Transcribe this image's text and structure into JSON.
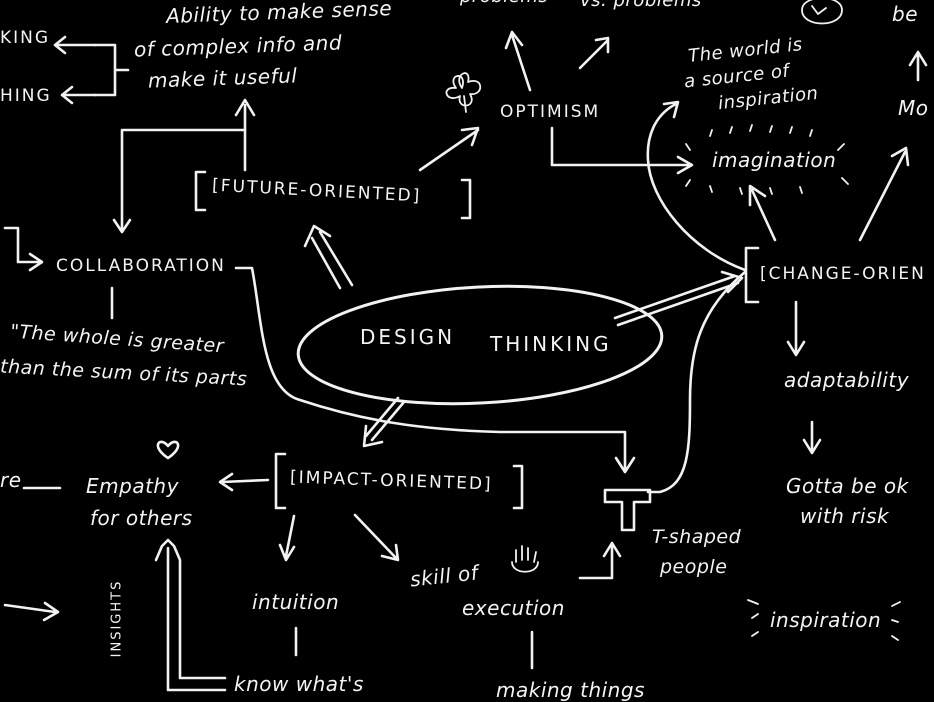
{
  "diagram": {
    "center": [
      "DESIGN",
      "THINKING"
    ],
    "future_oriented": "[FUTURE-ORIENTED]",
    "impact_oriented": "[IMPACT-ORIENTED]",
    "change_oriented": "[CHANGE-ORIEN",
    "collaboration": "COLLABORATION",
    "optimism": "OPTIMISM",
    "ability": [
      "Ability to make sense",
      "of complex info and",
      "make it useful"
    ],
    "thinking_1": "KING",
    "thinking_2": "HING",
    "whole": [
      "\"The whole is greater",
      "than the sum of its parts"
    ],
    "world": [
      "The world is",
      "a source of",
      "inspiration"
    ],
    "imagination": "imagination",
    "adaptability": "adaptability",
    "gotta": [
      "Gotta be ok",
      "with risk"
    ],
    "empathy": [
      "Empathy",
      "for others"
    ],
    "insights": "INSIGHTS",
    "intuition": "intuition",
    "know": "know what's",
    "skill": [
      "skill of",
      "execution"
    ],
    "making": "making things",
    "tshaped": [
      "T-shaped",
      "people"
    ],
    "inspiration_bottom": "inspiration",
    "top_partial_1": "problems",
    "top_partial_2": "vs. problems",
    "top_right_partial": "be",
    "mo_partial": "Mo",
    "left_partial": "re"
  }
}
